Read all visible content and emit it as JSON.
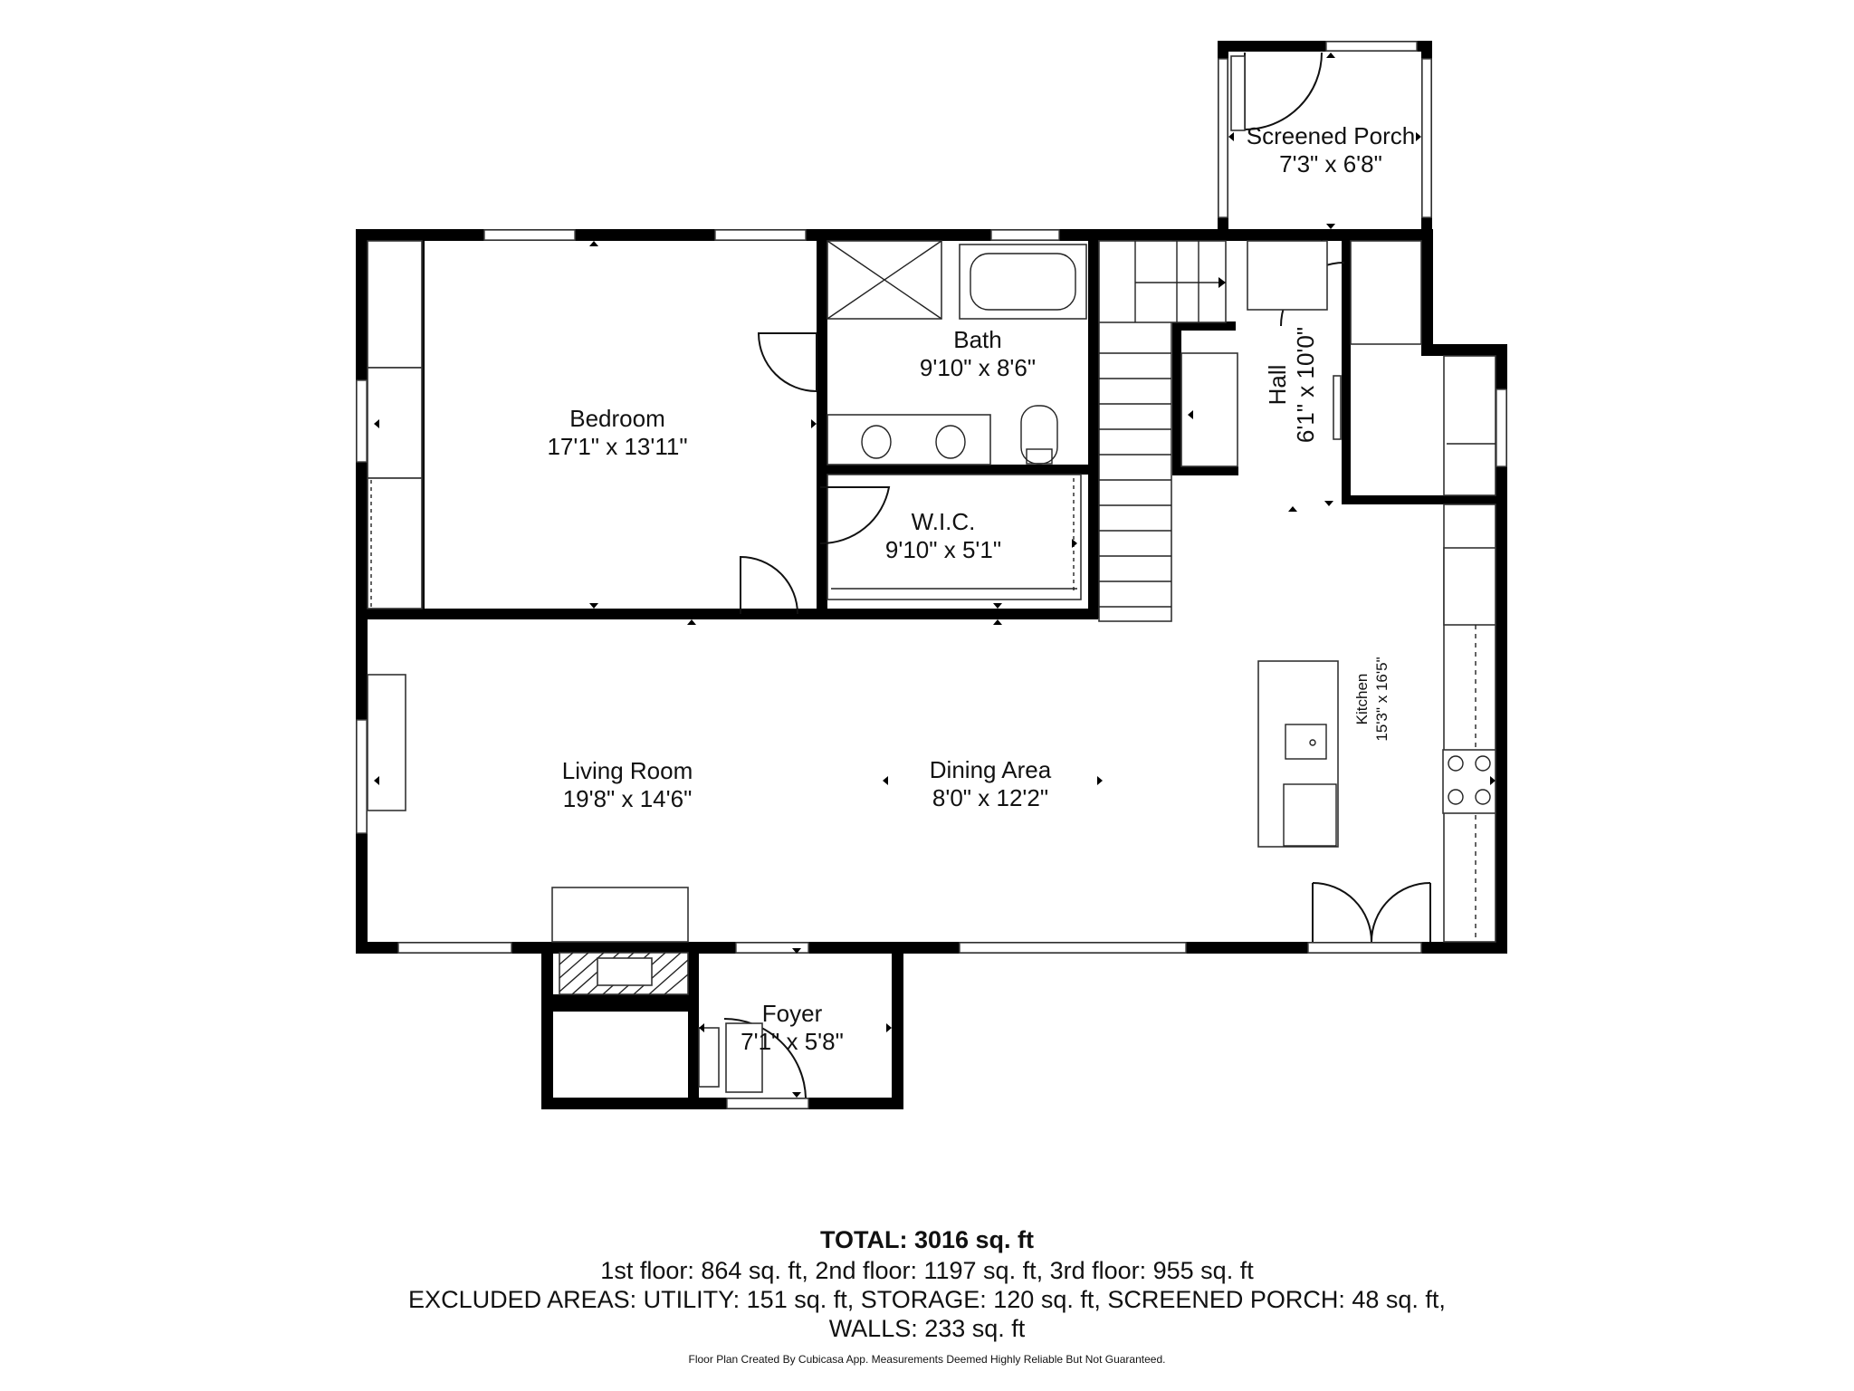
{
  "rooms": {
    "screened_porch": {
      "name": "Screened Porch",
      "dims": "7'3\" x 6'8\""
    },
    "bath": {
      "name": "Bath",
      "dims": "9'10\" x 8'6\""
    },
    "bedroom": {
      "name": "Bedroom",
      "dims": "17'1\" x 13'11\""
    },
    "hall": {
      "name": "Hall",
      "dims": "6'1\" x 10'0\""
    },
    "wic": {
      "name": "W.I.C.",
      "dims": "9'10\" x 5'1\""
    },
    "kitchen": {
      "name": "Kitchen",
      "dims": "15'3\" x 16'5\""
    },
    "living_room": {
      "name": "Living Room",
      "dims": "19'8\" x 14'6\""
    },
    "dining_area": {
      "name": "Dining Area",
      "dims": "8'0\" x 12'2\""
    },
    "foyer": {
      "name": "Foyer",
      "dims": "7'1\" x 5'8\""
    }
  },
  "summary": {
    "total_label": "TOTAL: 3016 sq. ft",
    "floors": "1st floor: 864 sq. ft, 2nd floor: 1197 sq. ft, 3rd floor: 955 sq. ft",
    "excluded": "EXCLUDED AREAS: UTILITY: 151 sq. ft, STORAGE: 120 sq. ft, SCREENED PORCH: 48 sq. ft,",
    "walls": "WALLS: 233 sq. ft"
  },
  "footnote": "Floor Plan Created By Cubicasa App. Measurements Deemed Highly Reliable But Not Guaranteed."
}
